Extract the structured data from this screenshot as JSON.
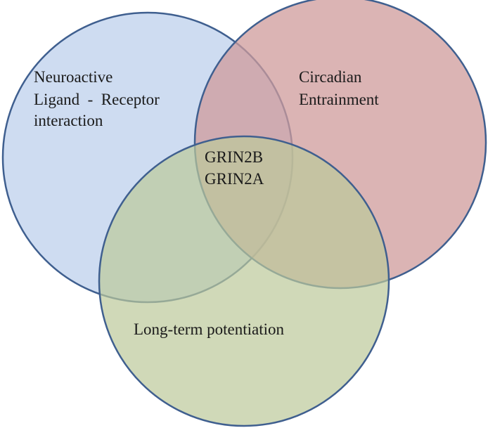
{
  "sets": [
    {
      "id": "neuroactive",
      "lines": [
        "Neuroactive",
        "Ligand  -  Receptor",
        "interaction"
      ],
      "fill": "#c6d6ee",
      "stroke": "#3f5f8f"
    },
    {
      "id": "circadian",
      "lines": [
        "Circadian",
        "Entrainment"
      ],
      "fill": "#cf9b9b",
      "stroke": "#3f5f8f"
    },
    {
      "id": "ltp",
      "lines": [
        "Long-term potentiation"
      ],
      "fill": "#bcc99a",
      "stroke": "#3f5f8f"
    }
  ],
  "intersection": {
    "lines": [
      "GRIN2B",
      "GRIN2A"
    ]
  }
}
